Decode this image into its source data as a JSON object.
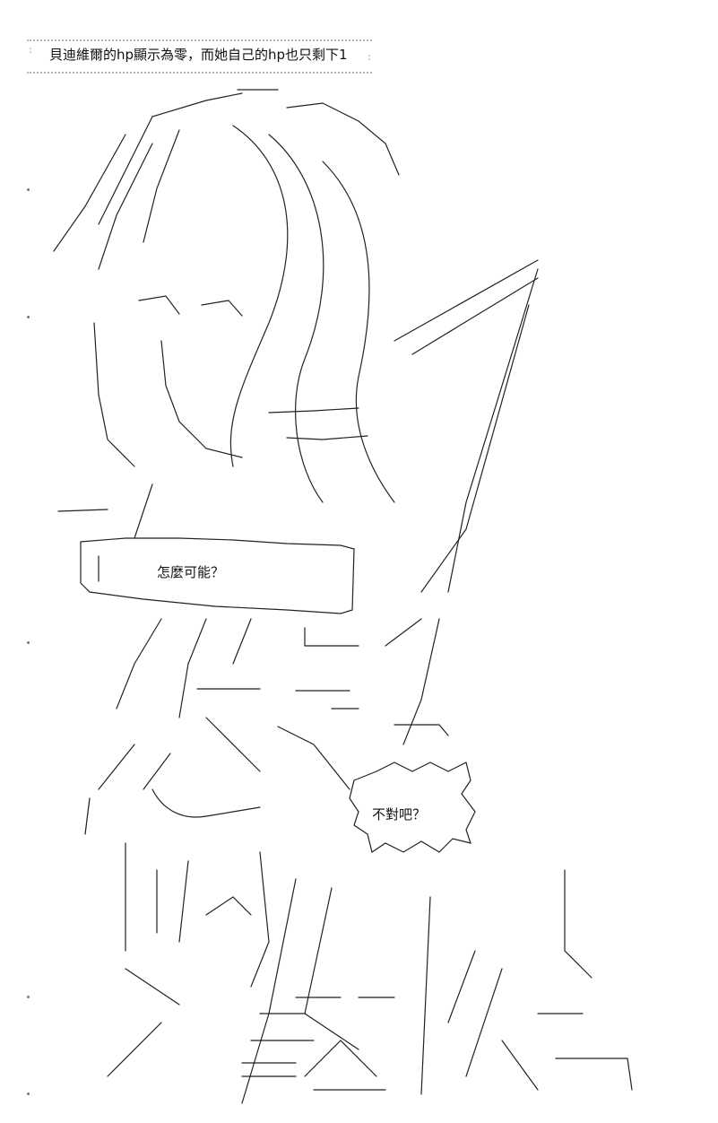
{
  "caption": "貝迪維爾的hp顯示為零，而她自己的hp也只剩下1",
  "speech": {
    "first": "怎麼可能？",
    "second": "不對吧？"
  },
  "colors": {
    "line": "#222222",
    "dots": "#b8b8b8"
  }
}
